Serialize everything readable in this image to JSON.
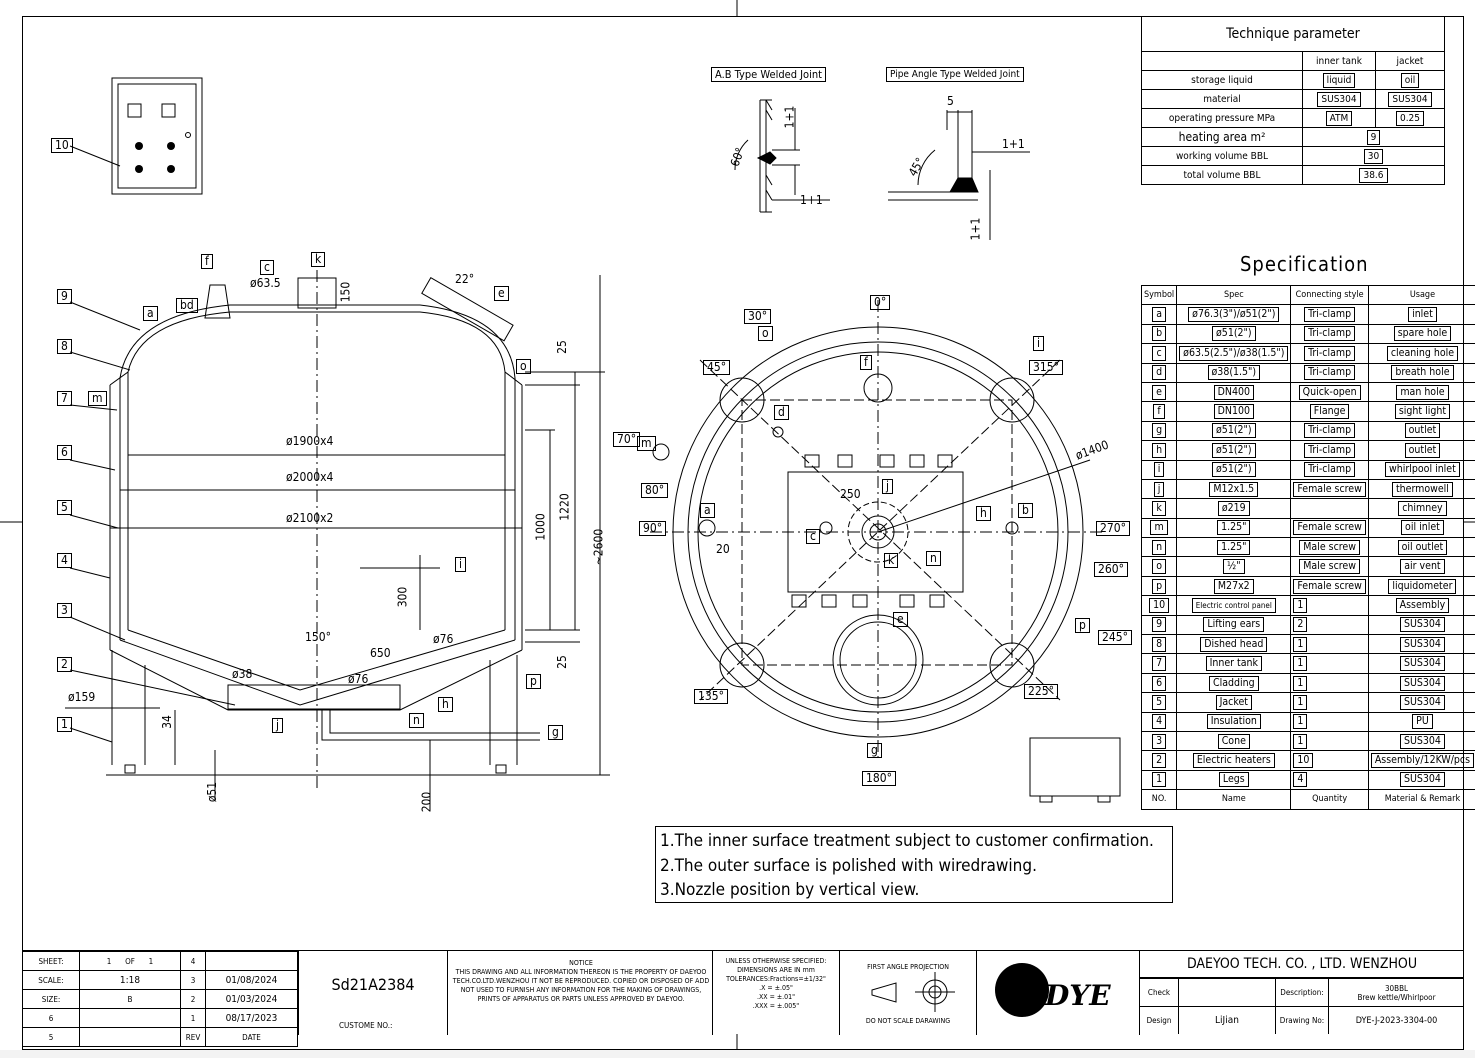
{
  "tech_param": {
    "title": "Technique parameter",
    "col_inner": "inner tank",
    "col_jacket": "jacket",
    "rows": [
      {
        "label": "storage liquid",
        "inner": "liquid",
        "jacket": "oil"
      },
      {
        "label": "material",
        "inner": "SUS304",
        "jacket": "SUS304"
      },
      {
        "label": "operating pressure MPa",
        "inner": "ATM",
        "jacket": "0.25"
      },
      {
        "label": "heating area m²",
        "value": "9"
      },
      {
        "label": "working volume BBL",
        "value": "30"
      },
      {
        "label": "total volume BBL",
        "value": "38.6"
      }
    ]
  },
  "spec": {
    "title": "Specification",
    "headers": [
      "Symbol",
      "Spec",
      "Connecting style",
      "Usage"
    ],
    "rows": [
      [
        "a",
        "ø76.3(3\")/ø51(2\")",
        "Tri-clamp",
        "inlet"
      ],
      [
        "b",
        "ø51(2\")",
        "Tri-clamp",
        "spare hole"
      ],
      [
        "c",
        "ø63.5(2.5\")/ø38(1.5\")",
        "Tri-clamp",
        "cleaning hole"
      ],
      [
        "d",
        "ø38(1.5\")",
        "Tri-clamp",
        "breath hole"
      ],
      [
        "e",
        "DN400",
        "Quick-open",
        "man hole"
      ],
      [
        "f",
        "DN100",
        "Flange",
        "sight light"
      ],
      [
        "g",
        "ø51(2\")",
        "Tri-clamp",
        "outlet"
      ],
      [
        "h",
        "ø51(2\")",
        "Tri-clamp",
        "outlet"
      ],
      [
        "i",
        "ø51(2\")",
        "Tri-clamp",
        "whirlpool inlet"
      ],
      [
        "j",
        "M12x1.5",
        "Female screw",
        "thermowell"
      ],
      [
        "k",
        "ø219",
        "",
        "chimney"
      ],
      [
        "m",
        "1.25\"",
        "Female screw",
        "oil inlet"
      ],
      [
        "n",
        "1.25\"",
        "Male screw",
        "oil outlet"
      ],
      [
        "o",
        "½\"",
        "Male screw",
        "air vent"
      ],
      [
        "p",
        "M27x2",
        "Female screw",
        "liquidometer"
      ]
    ],
    "parts": [
      [
        "10",
        "Electric control panel",
        "1",
        "Assembly"
      ],
      [
        "9",
        "Lifting ears",
        "2",
        "SUS304"
      ],
      [
        "8",
        "Dished head",
        "1",
        "SUS304"
      ],
      [
        "7",
        "Inner tank",
        "1",
        "SUS304"
      ],
      [
        "6",
        "Cladding",
        "1",
        "SUS304"
      ],
      [
        "5",
        "Jacket",
        "1",
        "SUS304"
      ],
      [
        "4",
        "Insulation",
        "1",
        "PU"
      ],
      [
        "3",
        "Cone",
        "1",
        "SUS304"
      ],
      [
        "2",
        "Electric heaters",
        "10",
        "Assembly/12KW/pcs"
      ],
      [
        "1",
        "Legs",
        "4",
        "SUS304"
      ]
    ],
    "parts_header": [
      "NO.",
      "Name",
      "Quantity",
      "Material & Remark"
    ]
  },
  "notes": [
    "1.The inner surface treatment subject to customer confirmation.",
    "2.The outer surface is polished with wiredrawing.",
    "3.Nozzle position by vertical view."
  ],
  "weld": {
    "ab_title": "A.B Type Welded Joint",
    "pipe_title": "Pipe Angle Type Welded Joint",
    "angle1": "60°",
    "dim1": "1+1",
    "angle2": "45°",
    "dim5": "5"
  },
  "side_view": {
    "d1": "ø1900x4",
    "d2": "ø2000x4",
    "d3": "ø2100x2",
    "h_total": "~2600",
    "h1": "1220",
    "h2": "1000",
    "h3": "300",
    "top25": "25",
    "bot25": "25",
    "top150": "150",
    "c_dim": "ø63.5",
    "angle22": "22°",
    "cone150": "150°",
    "d650": "650",
    "d76a": "ø76",
    "d76b": "ø76",
    "d38": "ø38",
    "d159": "ø159",
    "d34": "34",
    "d51": "ø51",
    "d200": "200",
    "labels": [
      "f",
      "c",
      "k",
      "a",
      "b",
      "d",
      "e",
      "o",
      "m",
      "i",
      "h",
      "p",
      "j",
      "n",
      "g"
    ],
    "callouts": [
      "9",
      "8",
      "7",
      "6",
      "5",
      "4",
      "3",
      "2",
      "1",
      "10"
    ]
  },
  "plan_view": {
    "angles": [
      "0°",
      "30°",
      "45°",
      "315°",
      "70°",
      "80°",
      "90°",
      "270°",
      "260°",
      "245°",
      "135°",
      "225°",
      "180°"
    ],
    "d1400": "ø1400",
    "d250": "250",
    "d20": "20"
  },
  "title_block": {
    "sheet_label": "SHEET:",
    "sheet": "1",
    "of": "OF",
    "sheet_total": "1",
    "scale_label": "SCALE:",
    "scale": "1:18",
    "size_label": "SIZE:",
    "size": "B",
    "r6": "6",
    "r5": "5",
    "revs": [
      {
        "no": "4",
        "date": ""
      },
      {
        "no": "3",
        "date": "01/08/2024"
      },
      {
        "no": "2",
        "date": "01/03/2024"
      },
      {
        "no": "1",
        "date": "08/17/2023"
      }
    ],
    "rev_label": "REV",
    "date_label": "DATE",
    "customer_no": "Sd21A2384",
    "customer_label": "CUSTOME NO.:",
    "notice_title": "NOTICE",
    "notice": "THIS DRAWING AND ALL INFORMATION THEREON IS THE PROPERTY OF DAEYOO TECH.CO.LTD.WENZHOU IT NOT BE REPRODUCED. COPIED OR DISPOSED OF ADD NOT USED TO FURNISH ANY INFORMATION FOR THE MAKING OF DRAWINGS, PRINTS OF APPARATUS OR PARTS UNLESS APPROVED BY DAEYOO.",
    "tol_lines": [
      "UNLESS OTHERWISE SPECIFIED:",
      "DIMENSIONS ARE IN mm",
      "TOLERANCES:Fractions=±1/32\"",
      ".X      = ±.05\"",
      ".XX     = ±.01\"",
      ".XXX    = ±.005\""
    ],
    "projection": "FIRST ANGLE PROJECTION",
    "no_scale": "DO NOT SCALE DARAWING",
    "logo": "DYE",
    "company": "DAEYOO  TECH. CO. , LTD. WENZHOU",
    "check_label": "Check",
    "design_label": "Design",
    "designer": "LiJian",
    "desc_label": "Description:",
    "desc1": "30BBL",
    "desc2": "Brew kettle/Whirlpoor",
    "drawing_label": "Drawing No:",
    "drawing_no": "DYE-J-2023-3304-00"
  },
  "panel_label": "10"
}
